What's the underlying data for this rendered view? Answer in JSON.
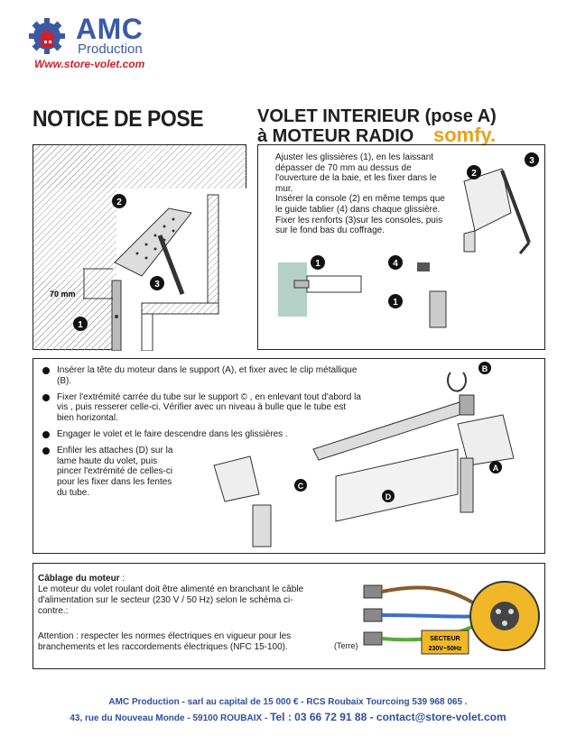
{
  "header": {
    "brand_name": "AMC",
    "brand_sub": "Production",
    "website": "Www.store-volet.com",
    "notice_title": "NOTICE DE POSE",
    "product_line1": "VOLET INTERIEUR (pose A)",
    "product_line2": "à MOTEUR RADIO",
    "partner_logo": "somfy."
  },
  "colors": {
    "brand_blue": "#3b5aa6",
    "brand_red": "#d11f2b",
    "footer_blue": "#2f4fa0"
  },
  "panel_a": {
    "dimension_label": "70 mm",
    "callouts": [
      "1",
      "2",
      "3"
    ]
  },
  "panel_b": {
    "instructions": "Ajuster les glissières (1), en les laissant dépasser de 70 mm au dessus de l'ouverture de la baie, et les fixer dans le mur.\nInsérer la console (2) en même temps que le guide tablier (4) dans chaque glissière.\nFixer les renforts (3)sur les consoles, puis sur le fond bas du coffrage.",
    "callouts": [
      "1",
      "2",
      "3",
      "4",
      "1"
    ]
  },
  "panel_c": {
    "bullets": [
      "Insérer la tête du moteur dans le support (A), et fixer avec le clip métallique (B).",
      "Fixer l'extrémité carrée du tube sur le support © , en enlevant tout d'abord la vis , puis resserer celle-ci. Vérifier avec un niveau à bulle que le tube est bien horizontal.",
      "Engager le volet et le faire descendre dans les glissières .",
      "Enfiler les attaches (D) sur la lame haute  du volet, puis pincer l'extrémité de celles-ci pour les fixer dans les fentes du tube."
    ],
    "callouts": [
      "B",
      "A",
      "C",
      "D"
    ]
  },
  "panel_d": {
    "title": "Câblage du moteur",
    "title_suffix": " :",
    "text": "Le moteur du volet roulant doit être alimenté en branchant le câble d'alimentation sur le secteur (230 V / 50 Hz) selon le schéma ci-contre.:",
    "attention": "Attention : respecter les normes électriques en vigueur pour les branchements et les raccordements électriques (NFC 15-100).",
    "terre_label": "(Terre)",
    "secteur_label": "SECTEUR",
    "secteur_value": "230V~50Hz"
  },
  "footer": {
    "line1": "AMC Production - sarl au capital de 15 000 € - RCS Roubaix Tourcoing 539 968 065 .",
    "address": "43, rue du Nouveau Monde - 59100 ROUBAIX - ",
    "phone": "Tel : 03 66 72 91 88",
    "sep": " - ",
    "email": "contact@store-volet.com"
  }
}
